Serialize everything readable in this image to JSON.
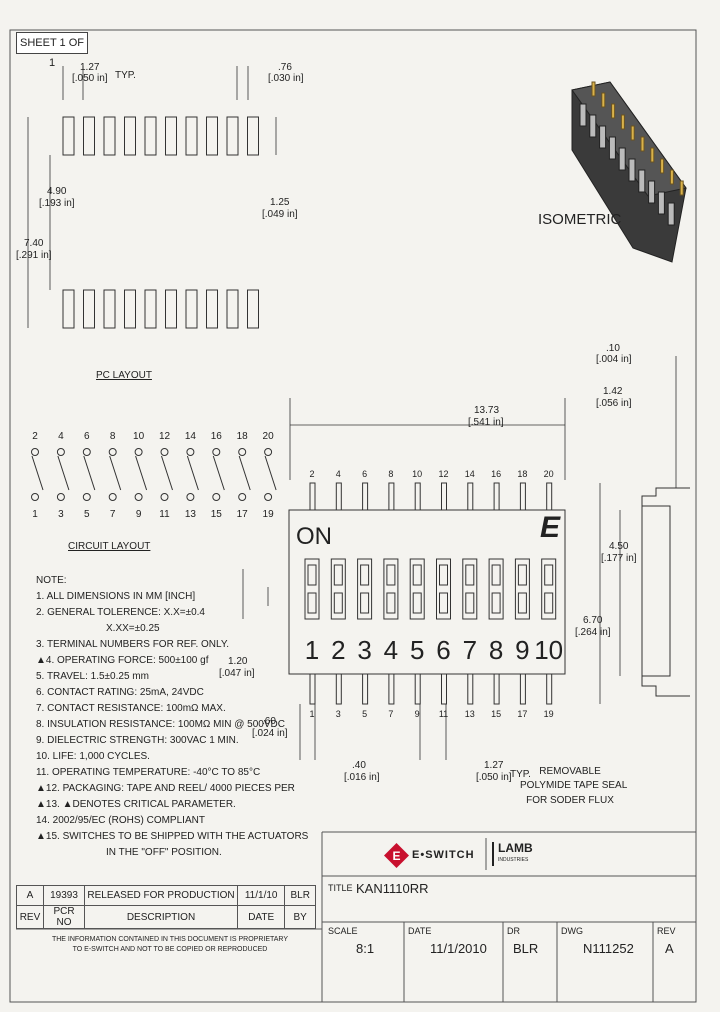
{
  "sheet": "SHEET 1 OF 1",
  "dims": {
    "pitch_mm": "1.27",
    "pitch_in": "[.050 in]",
    "typ": "TYP.",
    "pad_w_mm": ".76",
    "pad_w_in": "[.030 in]",
    "pad_gap_mm": "4.90",
    "pad_gap_in": "[.193 in]",
    "overall_pcb_mm": "7.40",
    "overall_pcb_in": "[.291 in]",
    "pad_len_mm": "1.25",
    "pad_len_in": "[.049 in]",
    "body_len_mm": "13.73",
    "body_len_in": "[.541 in]",
    "lead_t_mm": ".10",
    "lead_t_in": "[.004 in]",
    "lead_off_mm": "1.42",
    "lead_off_in": "[.056 in]",
    "height_mm": "4.50",
    "height_in": "[.177 in]",
    "width_mm": "6.70",
    "width_in": "[.264 in]",
    "act_mm": "1.20",
    "act_in": "[.047 in]",
    "lead_len_mm": ".60",
    "lead_len_in": "[.024 in]",
    "lead_w_mm": ".40",
    "lead_w_in": "[.016 in]",
    "pitch2_mm": "1.27",
    "pitch2_in": "[.050 in]",
    "typ2": "TYP."
  },
  "isometric_label": "ISOMETRIC",
  "pc_layout_label": "PC LAYOUT",
  "circuit_layout_label": "CIRCUIT LAYOUT",
  "circuit": {
    "top": [
      "2",
      "4",
      "6",
      "8",
      "10",
      "12",
      "14",
      "16",
      "18",
      "20"
    ],
    "bottom": [
      "1",
      "3",
      "5",
      "7",
      "9",
      "11",
      "13",
      "15",
      "17",
      "19"
    ]
  },
  "switch_face": {
    "on": "ON",
    "logo": "E",
    "numbers": [
      "1",
      "2",
      "3",
      "4",
      "5",
      "6",
      "7",
      "8",
      "9",
      "10"
    ],
    "top_pins": [
      "2",
      "4",
      "6",
      "8",
      "10",
      "12",
      "14",
      "16",
      "18",
      "20"
    ],
    "bottom_pins": [
      "1",
      "3",
      "5",
      "7",
      "9",
      "11",
      "13",
      "15",
      "17",
      "19"
    ]
  },
  "tape_note": [
    "REMOVABLE",
    "POLYMIDE TAPE SEAL",
    "FOR SODER FLUX"
  ],
  "notes_title": "NOTE:",
  "notes": [
    "1. ALL DIMENSIONS IN MM [INCH]",
    "2. GENERAL TOLERENCE: X.X=±0.4",
    "X.XX=±0.25",
    "3. TERMINAL NUMBERS FOR REF. ONLY.",
    "▲4. OPERATING FORCE: 500±100 gf",
    "5. TRAVEL: 1.5±0.25 mm",
    "6. CONTACT RATING: 25mA, 24VDC",
    "7. CONTACT RESISTANCE: 100mΩ MAX.",
    "8. INSULATION RESISTANCE: 100MΩ MIN @ 500VDC",
    "9. DIELECTRIC STRENGTH: 300VAC 1 MIN.",
    "10. LIFE: 1,000 CYCLES.",
    "11. OPERATING TEMPERATURE: -40°C TO 85°C",
    "▲12. PACKAGING: TAPE AND REEL/ 4000 PIECES PER",
    "▲13. ▲DENOTES CRITICAL PARAMETER.",
    "14. 2002/95/EC (ROHS) COMPLIANT",
    "▲15. SWITCHES TO BE SHIPPED WITH THE ACTUATORS",
    "IN THE \"OFF\" POSITION."
  ],
  "logo": {
    "eswitch": "E•SWITCH",
    "lamb": "LAMB",
    "lamb_sub": "INDUSTRIES"
  },
  "revision": {
    "row": {
      "rev": "A",
      "pcr": "19393",
      "desc": "RELEASED FOR PRODUCTION",
      "date": "11/1/10",
      "by": "BLR"
    },
    "headers": {
      "rev": "REV",
      "pcr": "PCR NO",
      "desc": "DESCRIPTION",
      "date": "DATE",
      "by": "BY"
    }
  },
  "disclaimer": [
    "THE INFORMATION CONTAINED IN THIS DOCUMENT IS PROPRIETARY",
    "TO E-SWITCH AND NOT TO BE COPIED OR REPRODUCED"
  ],
  "title_block": {
    "title_label": "TITLE",
    "title": "KAN1110RR",
    "scale_label": "SCALE",
    "scale": "8:1",
    "date_label": "DATE",
    "date": "11/1/2010",
    "dr_label": "DR",
    "dr": "BLR",
    "dwg_label": "DWG",
    "dwg": "N111252",
    "rev_label": "REV",
    "rev": "A"
  }
}
